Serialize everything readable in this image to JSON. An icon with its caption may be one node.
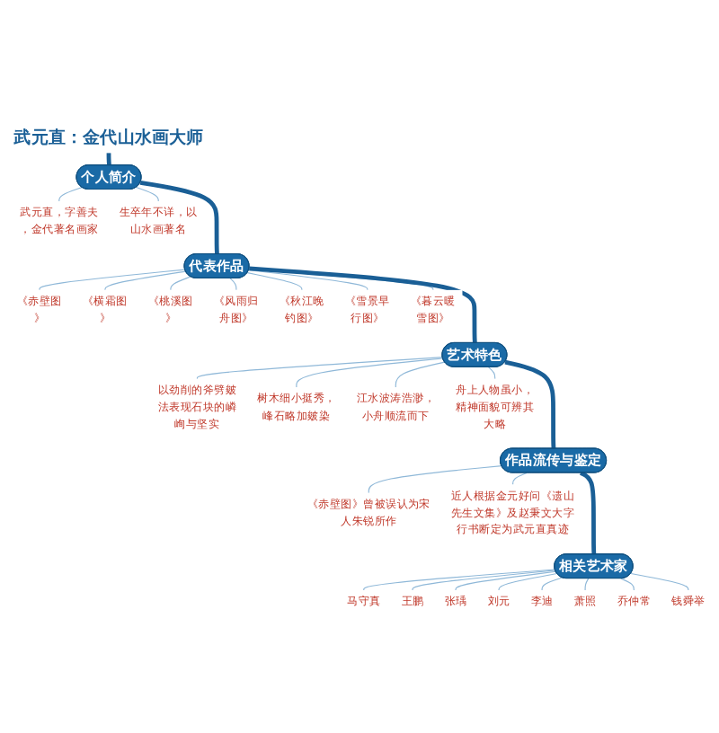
{
  "diagram": {
    "nodes": [
      {
        "text": [
          "武元直：金代山水画大师"
        ]
      },
      {
        "text": [
          "个人简介"
        ]
      },
      {
        "text": [
          "武元直，字善夫，金代著名画家"
        ]
      },
      {
        "text": [
          "生卒年不详，以山水画著名"
        ]
      },
      {
        "text": [
          "代表作品"
        ]
      },
      {
        "text": [
          "《赤壁图》"
        ]
      },
      {
        "text": [
          "《横霜图》"
        ]
      },
      {
        "text": [
          "《桃溪图》"
        ]
      },
      {
        "text": [
          "《风雨归舟图》"
        ]
      },
      {
        "text": [
          "《秋江晚钓图》"
        ]
      },
      {
        "text": [
          "《雪景早行图》"
        ]
      },
      {
        "text": [
          "《暮云暖雪图》"
        ]
      },
      {
        "text": [
          "艺术特色"
        ]
      },
      {
        "text": [
          "以劲削的斧劈皴法表现石块的嶙峋与坚实"
        ]
      },
      {
        "text": [
          "树木细小挺秀，峰石略加皴染"
        ]
      },
      {
        "text": [
          "江水波涛浩渺，小舟顺流而下"
        ]
      },
      {
        "text": [
          "舟上人物虽小，精神面貌可辨其大略"
        ]
      },
      {
        "text": [
          "作品流传与鉴定"
        ]
      },
      {
        "text": [
          "《赤壁图》曾被误认为宋人朱锐所作"
        ]
      },
      {
        "text": [
          "近人根据金元好问《遗山先生文集》及赵秉文大字行书断定为武元直真迹"
        ]
      },
      {
        "text": [
          "相关艺术家"
        ]
      },
      {
        "text": [
          "马守真"
        ]
      },
      {
        "text": [
          "王鹏"
        ]
      },
      {
        "text": [
          "张瑀"
        ]
      },
      {
        "text": [
          "刘元"
        ]
      },
      {
        "text": [
          "李迪"
        ]
      },
      {
        "text": [
          "萧照"
        ]
      },
      {
        "text": [
          "乔仲常"
        ]
      },
      {
        "text": [
          "钱舜举"
        ]
      }
    ],
    "edges": [
      {
        "from": 0,
        "to": 1,
        "arrow": "none",
        "style": "thick",
        "color": "#1a5f96"
      },
      {
        "from": 1,
        "to": 2,
        "arrow": "none"
      },
      {
        "from": 1,
        "to": 3,
        "arrow": "none"
      },
      {
        "from": 1,
        "to": 4,
        "arrow": "none",
        "style": "thick",
        "color": "#1a5f96"
      },
      {
        "from": 4,
        "to": 5,
        "arrow": "none"
      },
      {
        "from": 4,
        "to": 6,
        "arrow": "none"
      },
      {
        "from": 4,
        "to": 7,
        "arrow": "none"
      },
      {
        "from": 4,
        "to": 8,
        "arrow": "none"
      },
      {
        "from": 4,
        "to": 9,
        "arrow": "none"
      },
      {
        "from": 4,
        "to": 10,
        "arrow": "none"
      },
      {
        "from": 4,
        "to": 11,
        "arrow": "none"
      },
      {
        "from": 4,
        "to": 12,
        "arrow": "none",
        "style": "thick",
        "color": "#1a5f96"
      },
      {
        "from": 12,
        "to": 13,
        "arrow": "none"
      },
      {
        "from": 12,
        "to": 14,
        "arrow": "none"
      },
      {
        "from": 12,
        "to": 15,
        "arrow": "none"
      },
      {
        "from": 12,
        "to": 16,
        "arrow": "none"
      },
      {
        "from": 12,
        "to": 17,
        "arrow": "none",
        "style": "thick",
        "color": "#1a5f96"
      },
      {
        "from": 17,
        "to": 18,
        "arrow": "none"
      },
      {
        "from": 17,
        "to": 19,
        "arrow": "none"
      },
      {
        "from": 17,
        "to": 20,
        "arrow": "none",
        "style": "thick",
        "color": "#1a5f96"
      },
      {
        "from": 20,
        "to": 21,
        "arrow": "none"
      },
      {
        "from": 20,
        "to": 22,
        "arrow": "none"
      },
      {
        "from": 20,
        "to": 23,
        "arrow": "none"
      },
      {
        "from": 20,
        "to": 24,
        "arrow": "none"
      },
      {
        "from": 20,
        "to": 25,
        "arrow": "none"
      },
      {
        "from": 20,
        "to": 26,
        "arrow": "none"
      },
      {
        "from": 20,
        "to": 27,
        "arrow": "none"
      },
      {
        "from": 20,
        "to": 28,
        "arrow": "none"
      }
    ]
  }
}
